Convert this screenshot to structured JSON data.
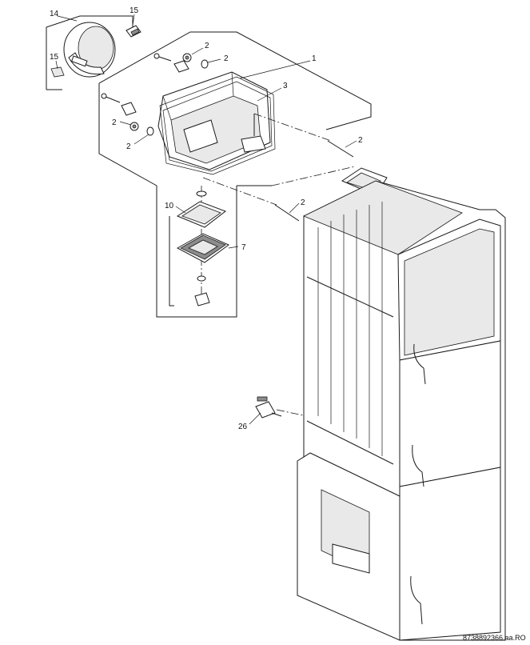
{
  "callouts": {
    "c1": "1",
    "c2": "2",
    "c3": "3",
    "c7": "7",
    "c10": "10",
    "c14": "14",
    "c15": "15",
    "c26": "26"
  },
  "reference_number": "8738892366.aa.RO"
}
